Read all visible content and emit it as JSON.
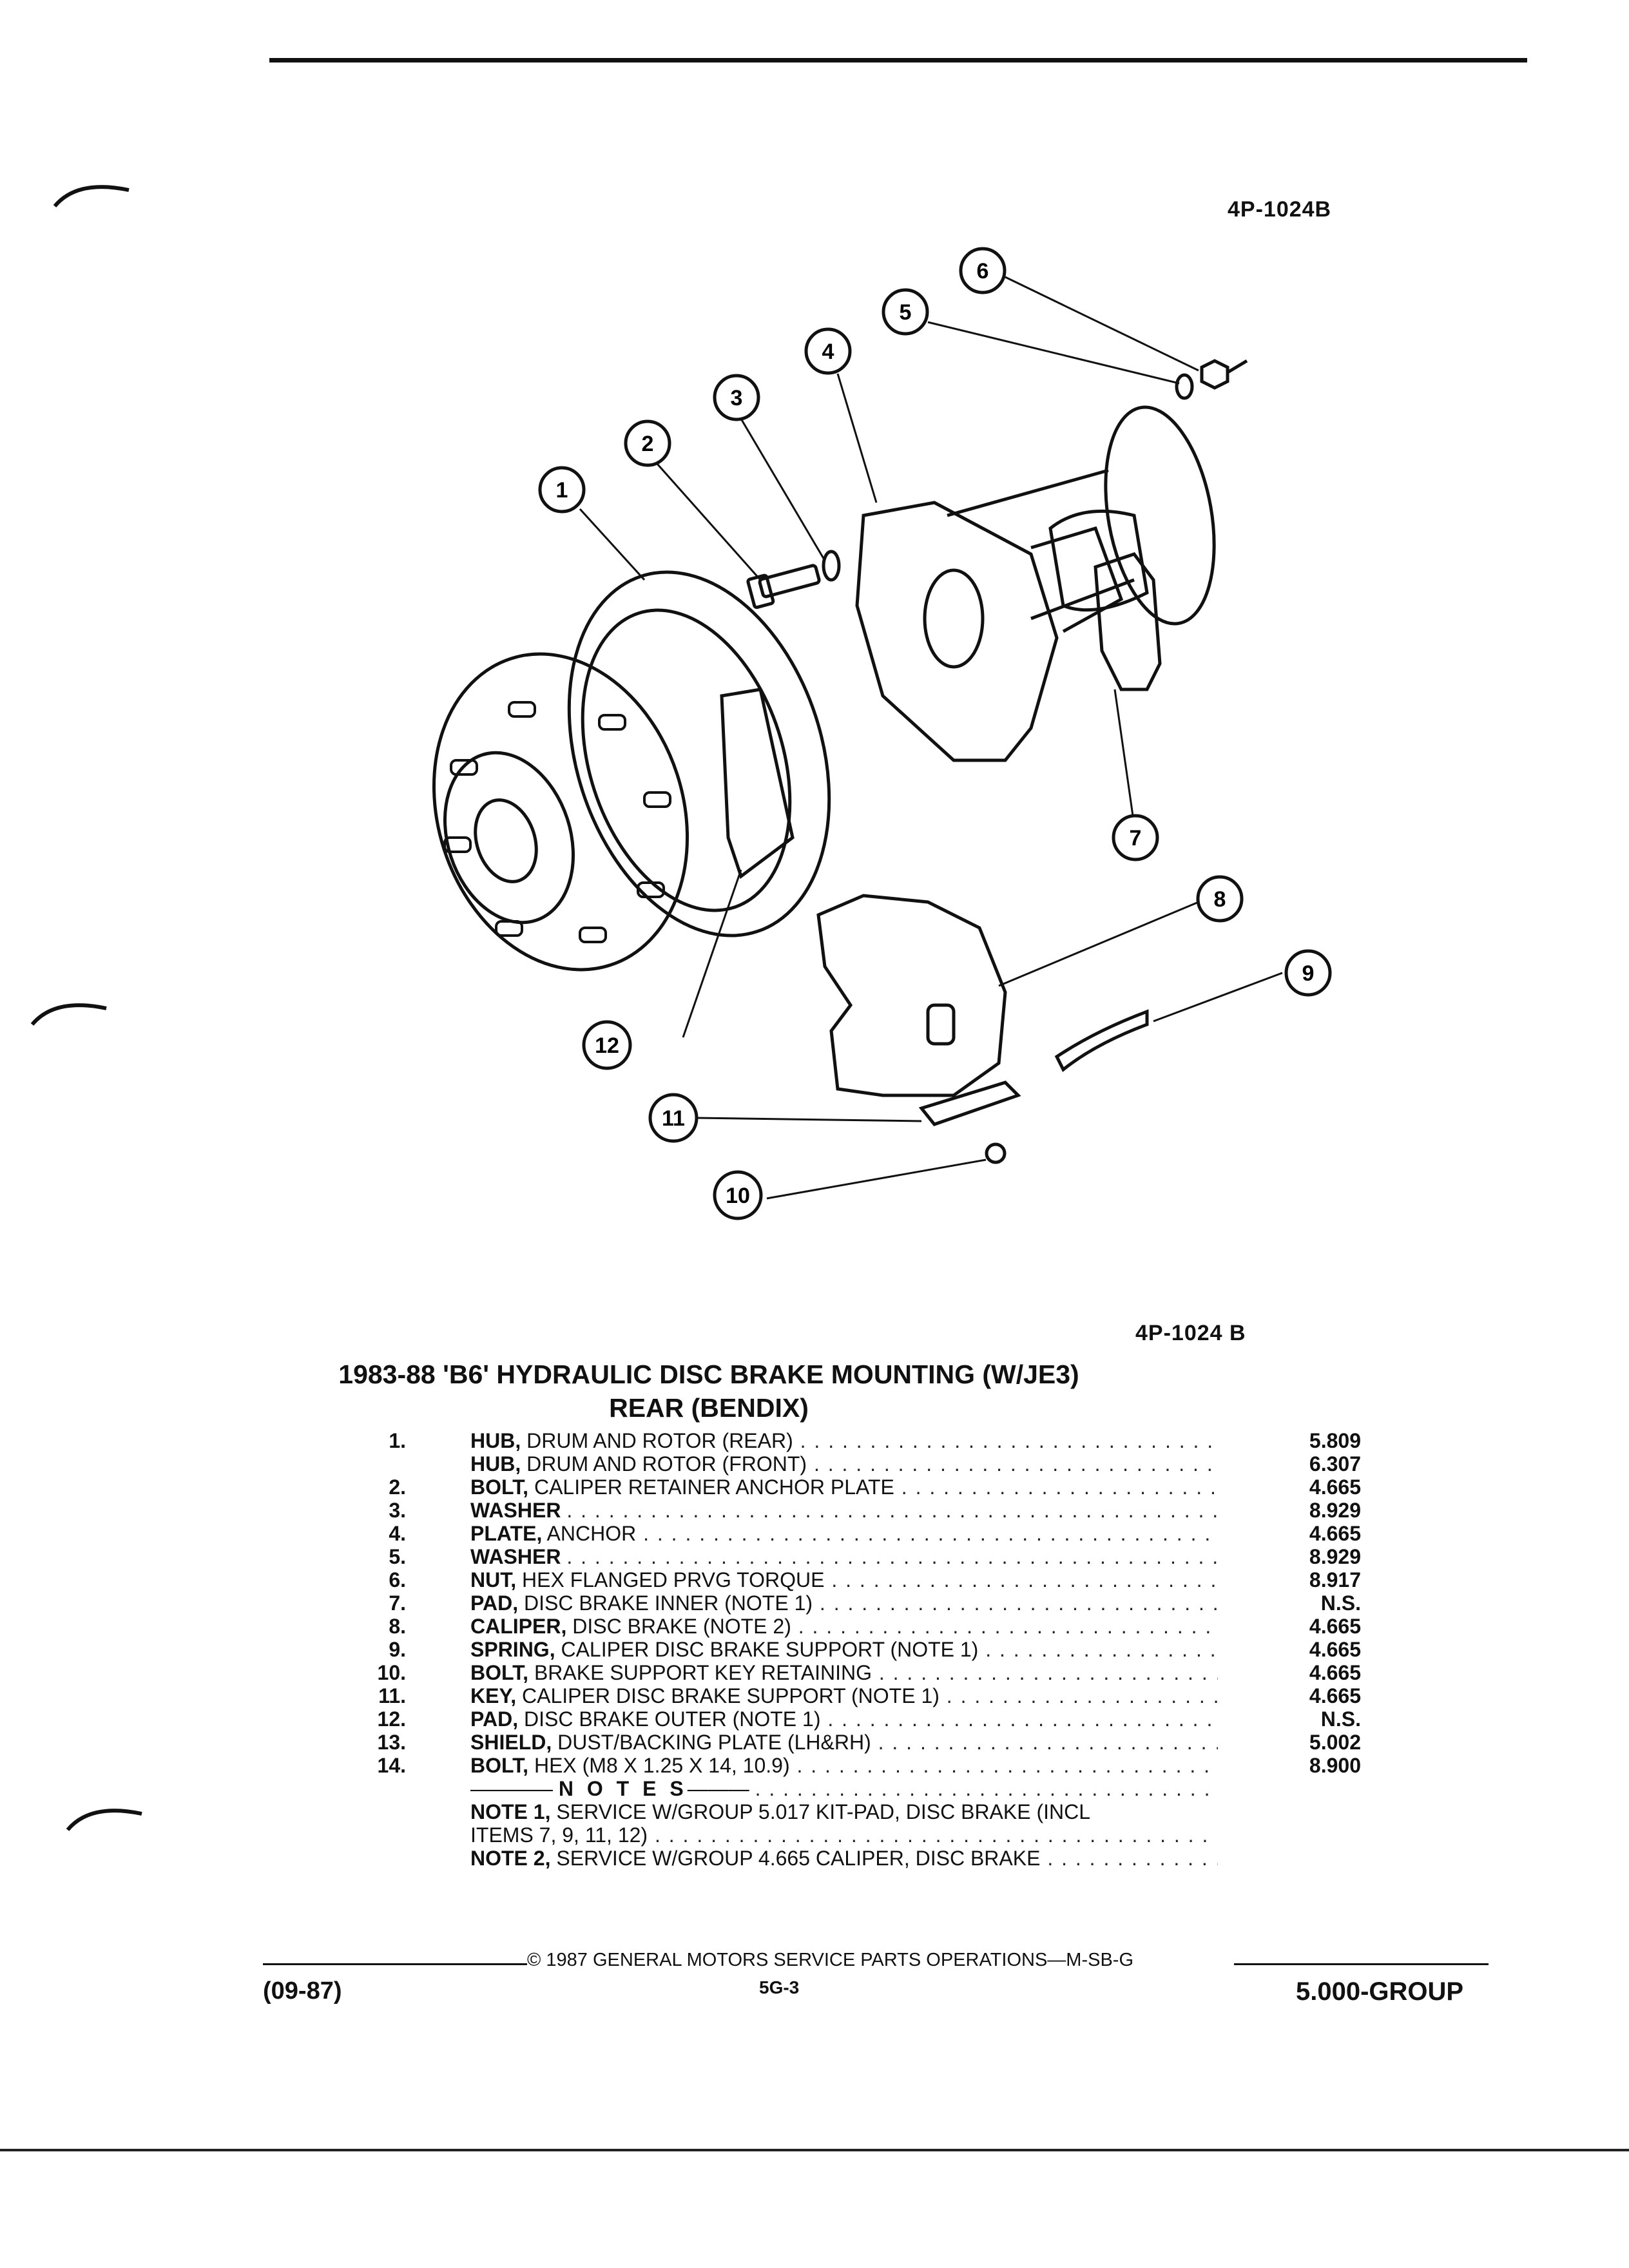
{
  "figure_ref_top": "4P-1024B",
  "figure_ref_mid": "4P-1024 B",
  "callouts": [
    "1",
    "2",
    "3",
    "4",
    "5",
    "6",
    "7",
    "8",
    "9",
    "10",
    "11",
    "12"
  ],
  "title_line1": "1983-88 'B6' HYDRAULIC DISC BRAKE MOUNTING (W/JE3)",
  "title_line2": "REAR (BENDIX)",
  "parts": [
    {
      "num": "1.",
      "name": "HUB,",
      "desc": "DRUM AND ROTOR (REAR)",
      "group": "5.809"
    },
    {
      "num": "",
      "name": "HUB,",
      "desc": "DRUM AND ROTOR (FRONT)",
      "group": "6.307"
    },
    {
      "num": "2.",
      "name": "BOLT,",
      "desc": "CALIPER RETAINER ANCHOR PLATE",
      "group": "4.665"
    },
    {
      "num": "3.",
      "name": "WASHER",
      "desc": "",
      "group": "8.929"
    },
    {
      "num": "4.",
      "name": "PLATE,",
      "desc": "ANCHOR",
      "group": "4.665"
    },
    {
      "num": "5.",
      "name": "WASHER",
      "desc": "",
      "group": "8.929"
    },
    {
      "num": "6.",
      "name": "NUT,",
      "desc": "HEX FLANGED PRVG TORQUE",
      "group": "8.917"
    },
    {
      "num": "7.",
      "name": "PAD,",
      "desc": "DISC BRAKE INNER (NOTE 1)",
      "group": "N.S."
    },
    {
      "num": "8.",
      "name": "CALIPER,",
      "desc": "DISC BRAKE (NOTE 2)",
      "group": "4.665"
    },
    {
      "num": "9.",
      "name": "SPRING,",
      "desc": "CALIPER DISC BRAKE SUPPORT (NOTE 1)",
      "group": "4.665"
    },
    {
      "num": "10.",
      "name": "BOLT,",
      "desc": "BRAKE SUPPORT KEY RETAINING",
      "group": "4.665"
    },
    {
      "num": "11.",
      "name": "KEY,",
      "desc": "CALIPER DISC BRAKE SUPPORT (NOTE 1)",
      "group": "4.665"
    },
    {
      "num": "12.",
      "name": "PAD,",
      "desc": "DISC BRAKE OUTER (NOTE 1)",
      "group": "N.S."
    },
    {
      "num": "13.",
      "name": "SHIELD,",
      "desc": "DUST/BACKING PLATE (LH&RH)",
      "group": "5.002"
    },
    {
      "num": "14.",
      "name": "BOLT,",
      "desc": "HEX (M8 X 1.25 X 14, 10.9)",
      "group": "8.900"
    }
  ],
  "notes_heading": "N O T E S",
  "notes": [
    {
      "label": "NOTE 1,",
      "text1": "SERVICE W/GROUP 5.017 KIT-PAD, DISC BRAKE (INCL",
      "text2": "ITEMS 7, 9, 11, 12)"
    },
    {
      "label": "NOTE 2,",
      "text1": "SERVICE W/GROUP 4.665 CALIPER, DISC BRAKE",
      "text2": ""
    }
  ],
  "footer": {
    "date": "(09-87)",
    "copyright": "© 1987 GENERAL MOTORS SERVICE PARTS OPERATIONS—M-SB-G",
    "page": "5G-3",
    "group": "5.000-GROUP"
  }
}
